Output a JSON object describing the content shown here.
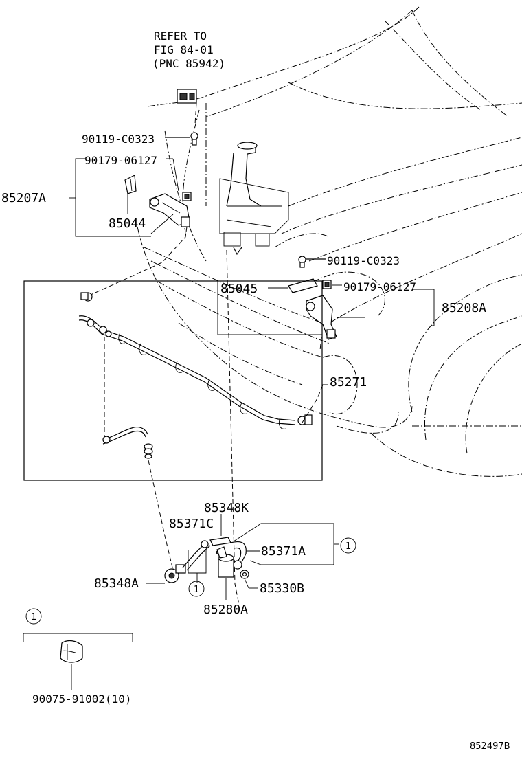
{
  "refer_note": {
    "line1": "REFER TO",
    "line2": "FIG 84-01",
    "line3": "(PNC 85942)"
  },
  "parts": {
    "bolt_left": "90119-C0323",
    "nut_left": "90179-06127",
    "holder_left_assy": "85207A",
    "holder_left": "85044",
    "bolt_right": "90119-C0323",
    "cover_right": "85045",
    "nut_right": "90179-06127",
    "holder_right_assy": "85208A",
    "hose_set": "85271",
    "valve_k": "85348K",
    "hose_c": "85371C",
    "hose_a": "85371A",
    "valve_a": "85348A",
    "gasket": "85330B",
    "pump": "85280A",
    "clip": "90075-91002(10)"
  },
  "callouts": {
    "circle_1": "1"
  },
  "figure_code": "852497B"
}
